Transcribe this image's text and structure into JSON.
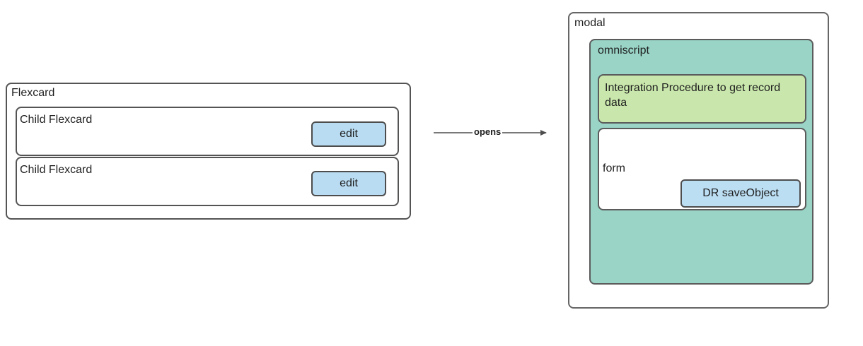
{
  "diagram": {
    "flexcard_group": {
      "title": "Flexcard",
      "children": [
        {
          "title": "Child Flexcard",
          "action_label": "edit"
        },
        {
          "title": "Child Flexcard",
          "action_label": "edit"
        }
      ]
    },
    "connector": {
      "label": "opens",
      "icon": "arrow-right-icon",
      "color": "#4d4d4d"
    },
    "modal_group": {
      "title": "modal",
      "omniscript": {
        "title": "omniscript",
        "fill": "#99d4c6",
        "integration_procedure": {
          "text": "Integration Procedure to get record data",
          "fill": "#c9e7ac"
        },
        "form": {
          "title": "form",
          "fill": "#ffffff",
          "action_label": "DR saveObject",
          "action_fill": "#bcdef3"
        }
      }
    },
    "colors": {
      "stroke": "#545454",
      "text": "#1f1f1f",
      "button_blue": "#b9dcf2",
      "teal": "#99d4c6",
      "green": "#c9e7ac",
      "background": "#ffffff"
    }
  }
}
